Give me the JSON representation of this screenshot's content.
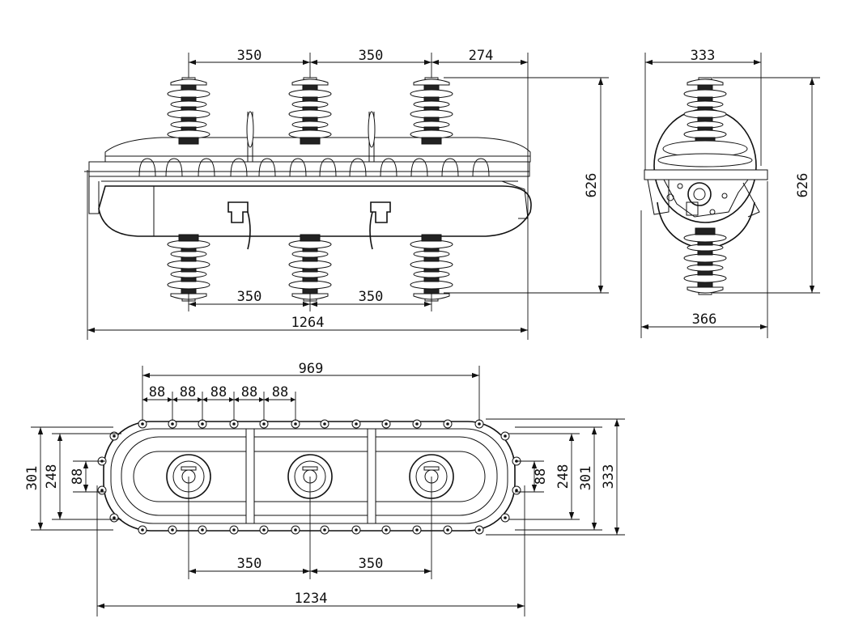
{
  "drawing": {
    "colors": {
      "line": "#111111",
      "background": "#ffffff"
    },
    "front_view": {
      "top_spacing_1": "350",
      "top_spacing_2": "350",
      "top_right_offset": "274",
      "bottom_spacing_1": "350",
      "bottom_spacing_2": "350",
      "overall_length": "1264",
      "height": "626"
    },
    "side_view": {
      "top_width": "333",
      "bottom_width": "366",
      "height": "626"
    },
    "top_view": {
      "bolt_span": "969",
      "bolt_pitch_1": "88",
      "bolt_pitch_2": "88",
      "bolt_pitch_3": "88",
      "bolt_pitch_4": "88",
      "bolt_pitch_5": "88",
      "left_outer_width": "301",
      "left_inner_width": "248",
      "left_small": "88",
      "right_small": "88",
      "right_inner_width": "248",
      "right_outer_width": "301",
      "right_total_width": "333",
      "phase_spacing_1": "350",
      "phase_spacing_2": "350",
      "overall_length": "1234"
    }
  }
}
